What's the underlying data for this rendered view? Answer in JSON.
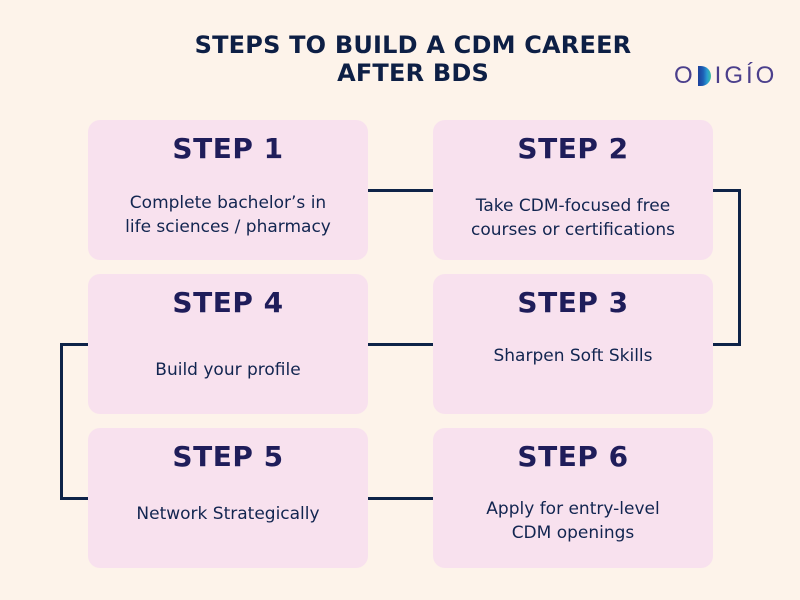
{
  "title": {
    "line1": "STEPS TO BUILD A CDM CAREER",
    "line2": "AFTER BDS"
  },
  "logo": {
    "text_before": "O",
    "text_after": "IGÍO",
    "mark": "D-gradient-mark",
    "full": "ODIGÍO"
  },
  "colors": {
    "background": "#fdf3ea",
    "card": "#f8e1ee",
    "heading": "#1f1d5a",
    "text": "#122550",
    "connector": "#0e2348",
    "title": "#0d1f45"
  },
  "steps": [
    {
      "label": "STEP 1",
      "description": "Complete bachelor’s in life sciences / pharmacy"
    },
    {
      "label": "STEP 2",
      "description": "Take CDM-focused free courses or certifications"
    },
    {
      "label": "STEP 3",
      "description": "Sharpen Soft Skills"
    },
    {
      "label": "STEP 4",
      "description": "Build your profile"
    },
    {
      "label": "STEP 5",
      "description": "Network Strategically"
    },
    {
      "label": "STEP 6",
      "description": "Apply for entry-level CDM openings"
    }
  ],
  "step_lines": {
    "s1": [
      "Complete bachelor’s in",
      "life sciences / pharmacy"
    ],
    "s2": [
      "Take CDM-focused free",
      "courses or certifications"
    ],
    "s6": [
      "Apply for entry-level",
      "CDM openings"
    ]
  },
  "flow": [
    "STEP 1",
    "STEP 2",
    "STEP 3",
    "STEP 4",
    "STEP 5",
    "STEP 6"
  ]
}
